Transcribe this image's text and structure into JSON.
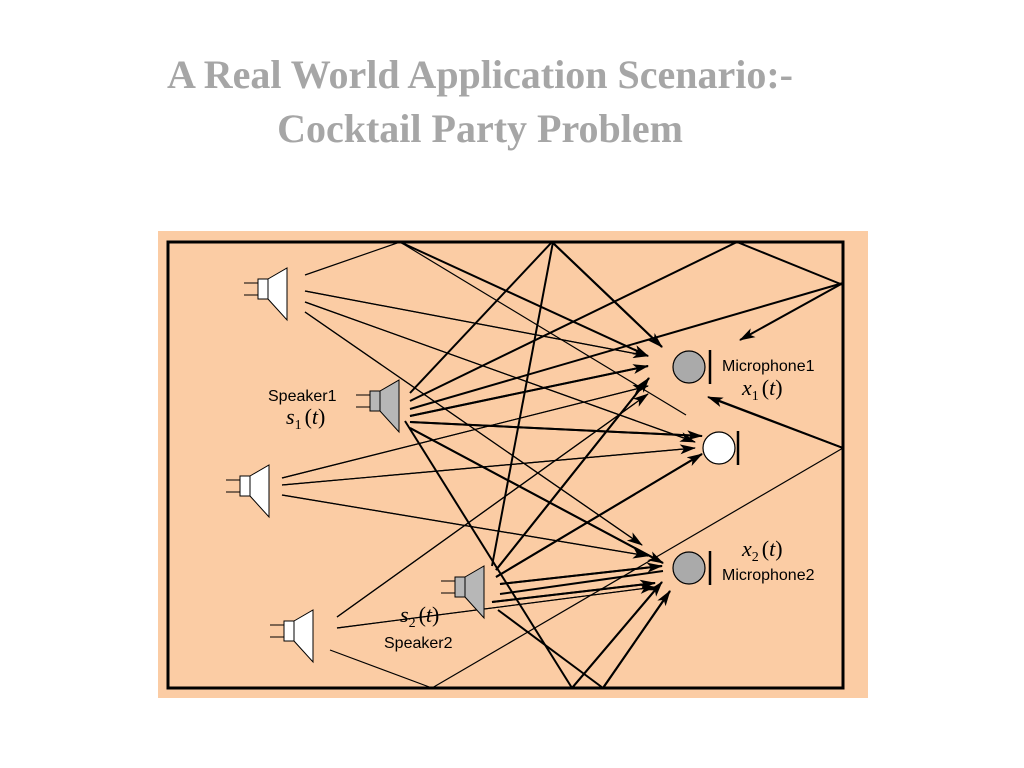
{
  "title": {
    "line1": "A Real World Application Scenario:-",
    "line2": "Cocktail Party Problem"
  },
  "colors": {
    "background": "#fbcca4",
    "title": "#a6a6a6",
    "speaker_gray": "#b7b7b7",
    "mic_gray": "#aaaaaa",
    "stroke": "#000000"
  },
  "labels": {
    "speaker1_name": "Speaker1",
    "speaker1_var": "s",
    "speaker1_sub": "1",
    "speaker2_name": "Speaker2",
    "speaker2_var": "s",
    "speaker2_sub": "2",
    "mic1_name": "Microphone1",
    "mic1_var": "x",
    "mic1_sub": "1",
    "mic2_name": "Microphone2",
    "mic2_var": "x",
    "mic2_sub": "2",
    "arg_open": "(",
    "arg": "t",
    "arg_close": ")"
  },
  "icons": [
    "speaker-icon",
    "microphone-icon"
  ]
}
